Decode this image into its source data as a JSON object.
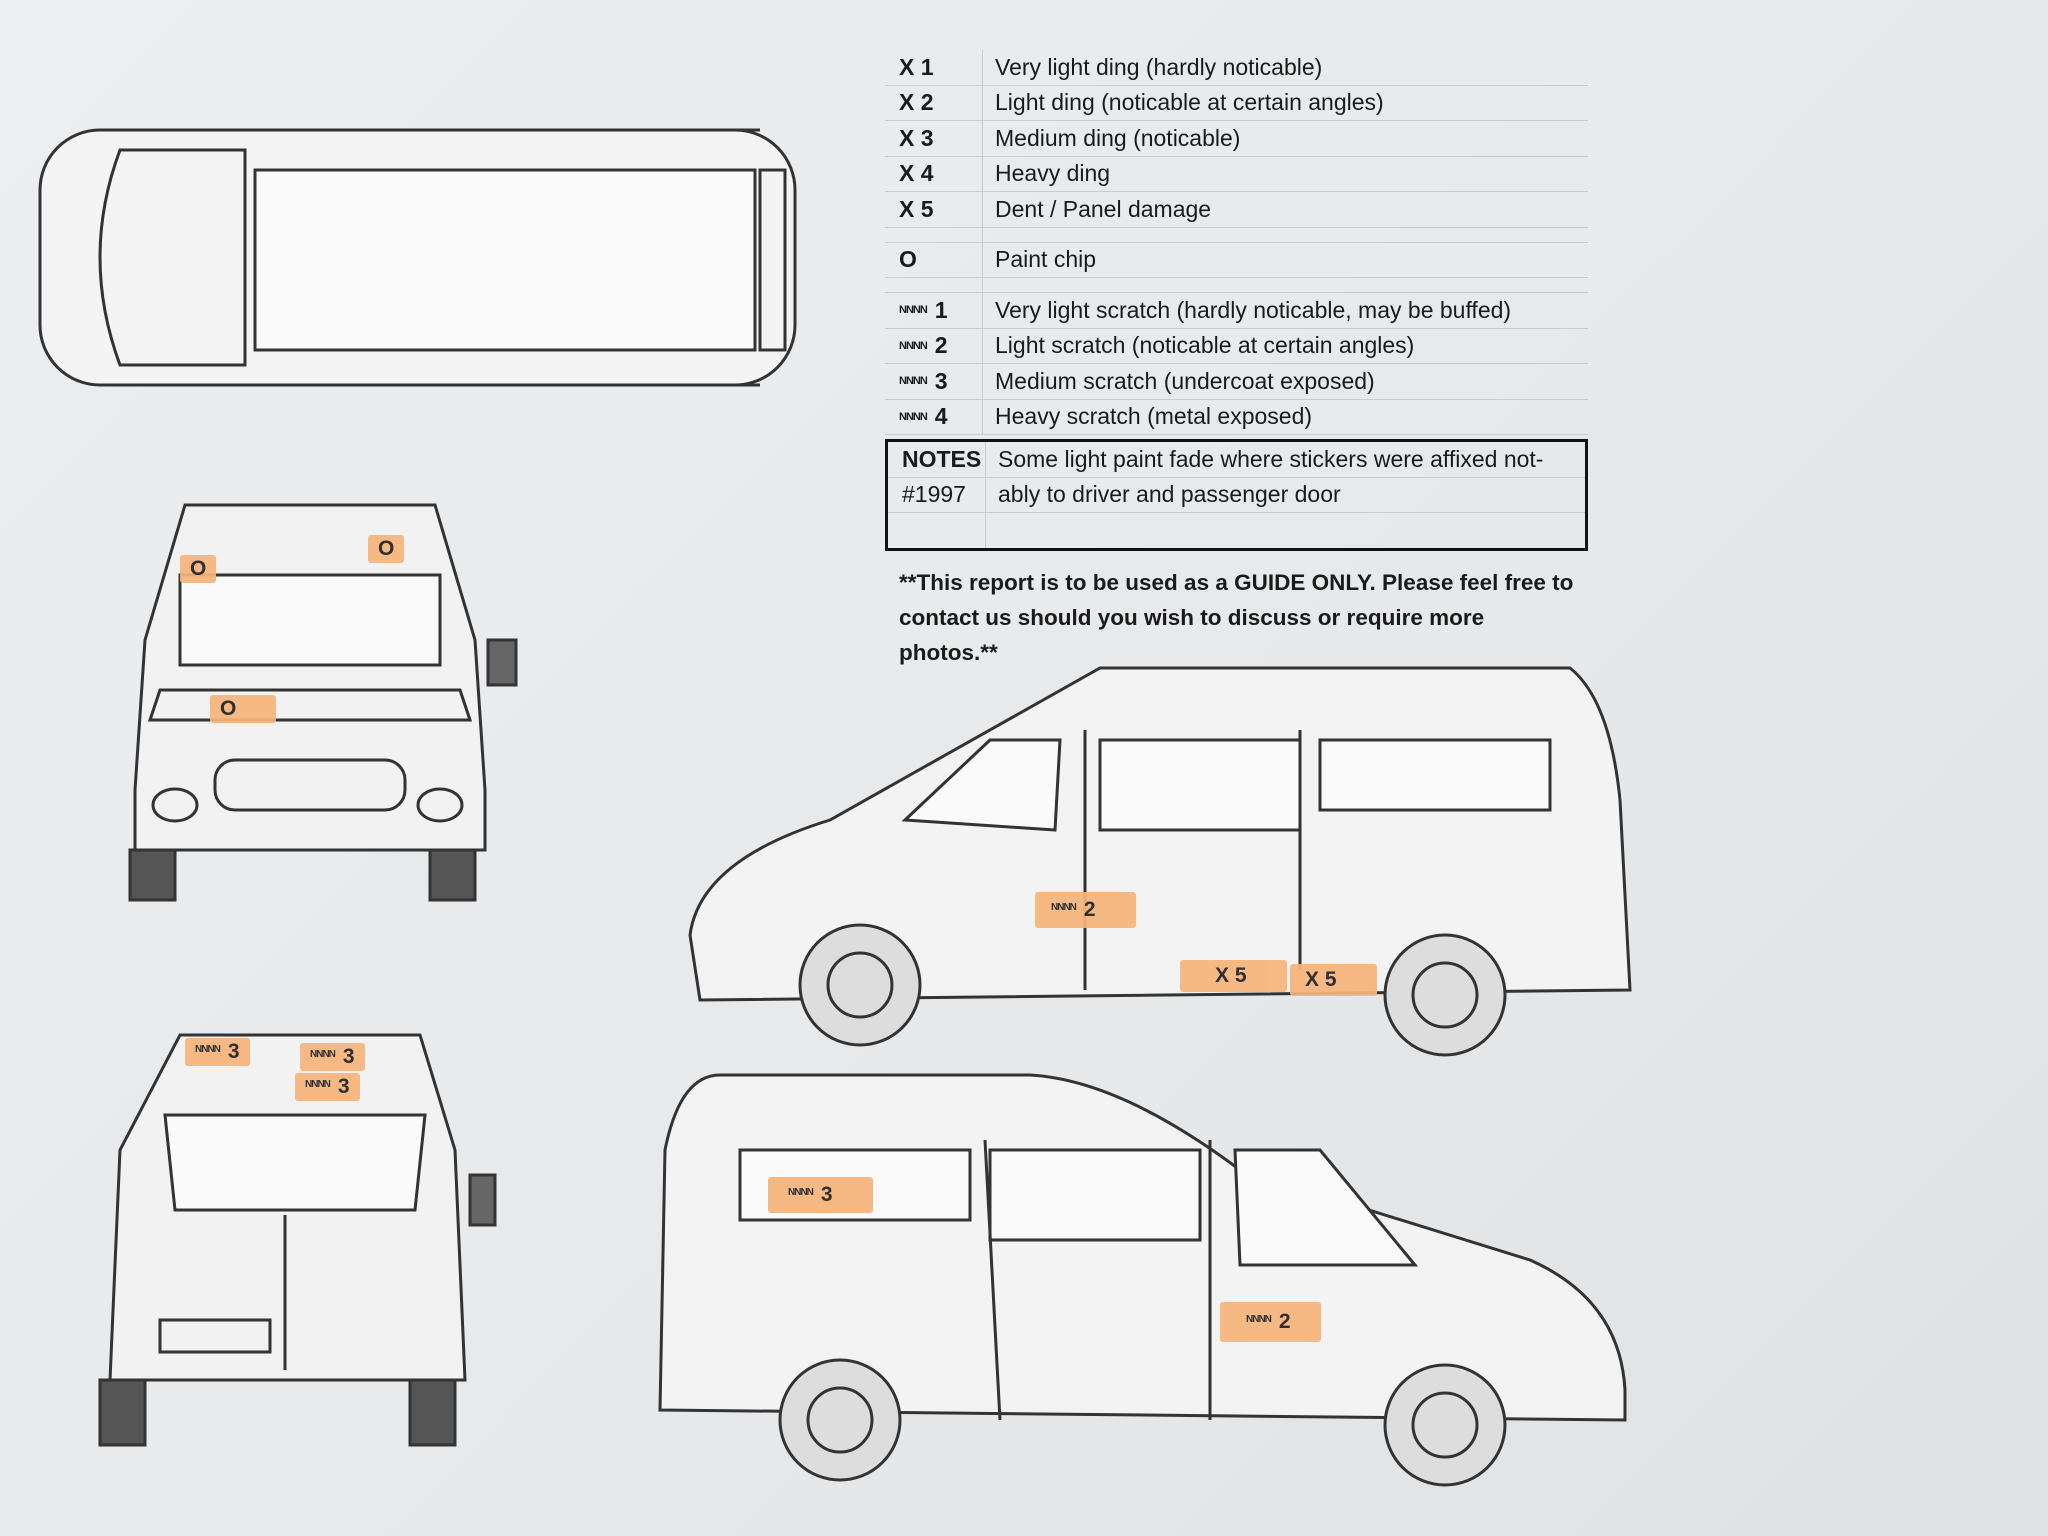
{
  "legend": [
    {
      "code": "X 1",
      "desc": "Very light ding (hardly noticable)"
    },
    {
      "code": "X 2",
      "desc": "Light ding (noticable at certain angles)"
    },
    {
      "code": "X 3",
      "desc": "Medium ding (noticable)"
    },
    {
      "code": "X 4",
      "desc": "Heavy ding"
    },
    {
      "code": "X 5",
      "desc": "Dent / Panel damage"
    },
    {
      "code": "O",
      "desc": "Paint chip"
    },
    {
      "code": "1",
      "desc": "Very light scratch (hardly noticable, may be buffed)"
    },
    {
      "code": "2",
      "desc": "Light scratch (noticable at certain angles)"
    },
    {
      "code": "3",
      "desc": "Medium scratch (undercoat exposed)"
    },
    {
      "code": "4",
      "desc": "Heavy scratch (metal exposed)"
    }
  ],
  "scratch_symbol": "NNNN",
  "notes": {
    "label": "NOTES",
    "ref": "#1997",
    "line1": "Some light paint fade where stickers were affixed not-",
    "line2": "ably to driver and passenger door"
  },
  "guide": {
    "line1": "**This report is to be used as a GUIDE ONLY. Please feel free to",
    "line2": "contact us should you wish to discuss or require more photos.**"
  },
  "marks": {
    "front_1": "O",
    "front_2": "O",
    "front_3": "O",
    "rear_1": "3",
    "rear_2": "3",
    "rear_3": "3",
    "side1_scratch": "2",
    "side1_dent1": "X 5",
    "side1_dent2": "X 5",
    "side2_scratch1": "3",
    "side2_scratch2": "2"
  },
  "colors": {
    "highlight": "#f7b57c",
    "ink": "#1a1a1a"
  }
}
